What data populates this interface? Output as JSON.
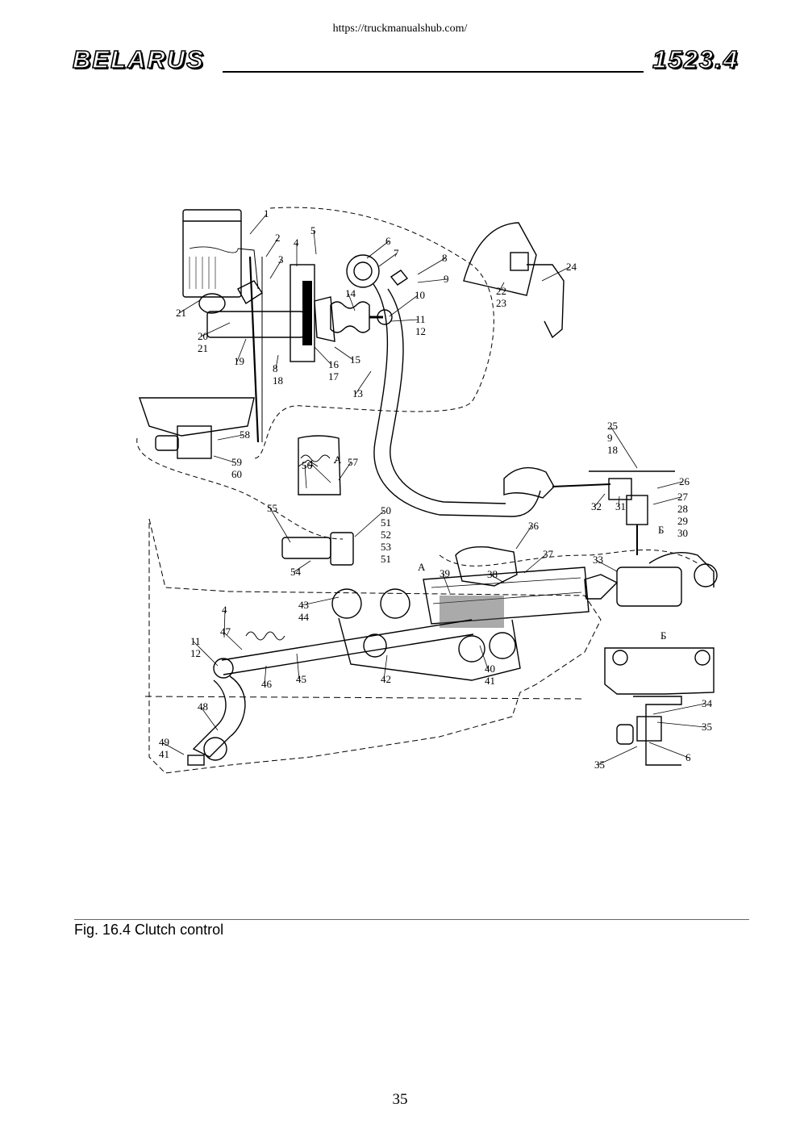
{
  "header": {
    "url": "https://truckmanualshub.com/",
    "brand": "BELARUS",
    "model": "1523.4"
  },
  "figure": {
    "part_labels": [
      "1",
      "2",
      "3",
      "4",
      "5",
      "6",
      "7",
      "8",
      "9",
      "21",
      "20\n21",
      "19",
      "8\n18",
      "14",
      "10",
      "11\n12",
      "15",
      "16\n17",
      "13",
      "22\n23",
      "24",
      "58",
      "59\n60",
      "56",
      "4",
      "A",
      "57",
      "55",
      "50\n51\n52\n53\n51",
      "54",
      "A",
      "36",
      "37",
      "38",
      "39",
      "33",
      "25\n9\n18",
      "26",
      "32",
      "31",
      "27\n28\n29\n30",
      "Б",
      "43\n44",
      "4",
      "11\n12",
      "47",
      "46",
      "45",
      "42",
      "40\n41",
      "48",
      "49\n41",
      "Б",
      "34",
      "35",
      "35",
      "6"
    ]
  },
  "caption": "Fig.  16.4  Clutch control",
  "page_number": "35"
}
